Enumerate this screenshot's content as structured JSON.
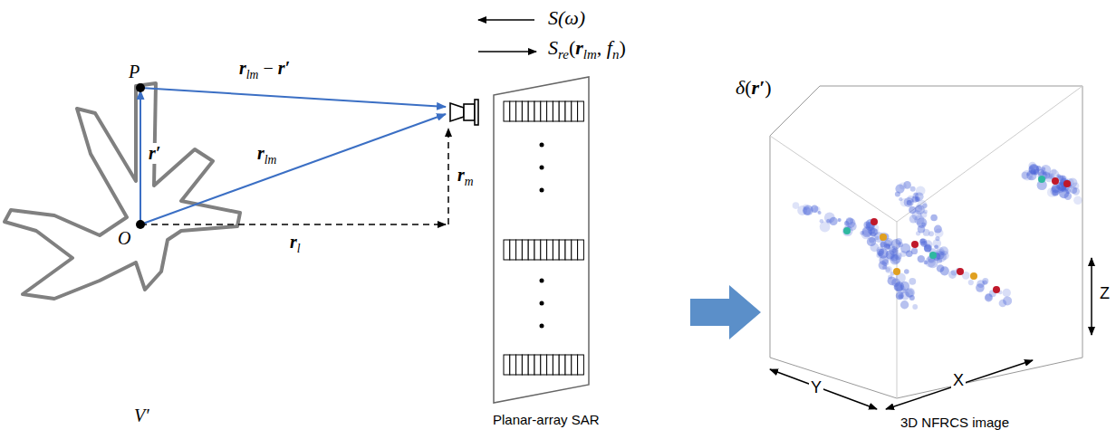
{
  "diagram": {
    "labels": [
      "S",
      "(ω)",
      "S",
      "re",
      "(",
      "r",
      "lm",
      ", ",
      "f",
      "n",
      ")",
      "δ",
      "(",
      "r′",
      ")",
      "P",
      "O",
      "r′",
      "r",
      "lm",
      "r",
      "lm",
      " − ",
      "r′",
      "r",
      "m",
      "r",
      "l",
      "V′",
      "Planar-array SAR",
      "3D NFRCS image",
      "X",
      "Y",
      "Z"
    ]
  }
}
